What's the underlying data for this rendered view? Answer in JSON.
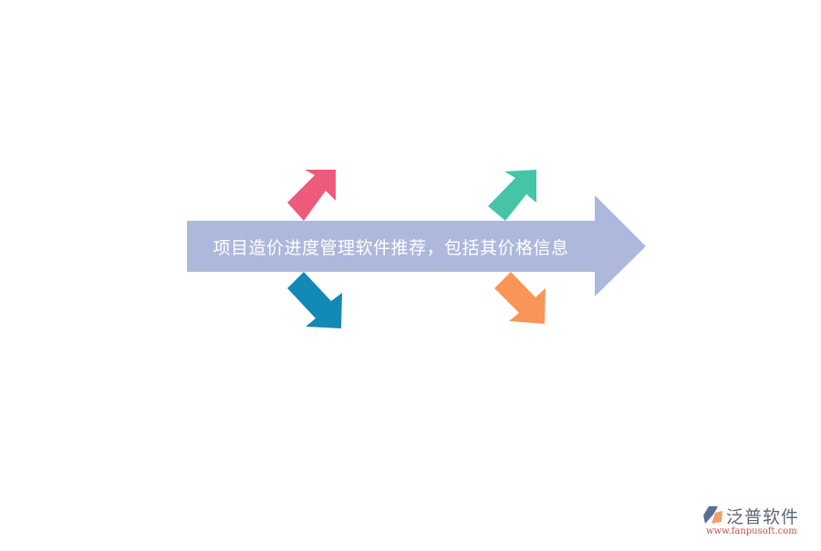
{
  "diagram": {
    "title": "项目造价进度管理软件推荐，包括其价格信息",
    "main_arrow_color": "#aeb8dc",
    "arrows": [
      {
        "name": "pink-arrow",
        "direction": "up-right",
        "color": "#ee5a7c"
      },
      {
        "name": "blue-arrow",
        "direction": "down-right",
        "color": "#1389b5"
      },
      {
        "name": "green-arrow",
        "direction": "up-right",
        "color": "#46c4a6"
      },
      {
        "name": "orange-arrow",
        "direction": "down-right",
        "color": "#f89557"
      }
    ]
  },
  "logo": {
    "name": "泛普软件",
    "url": "www.fanpusoft.com"
  }
}
